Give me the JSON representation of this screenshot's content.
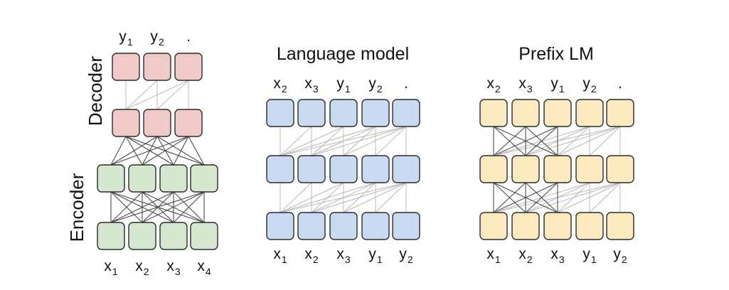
{
  "colors": {
    "decoder": "#f0c9c9",
    "encoder": "#d6e7cf",
    "lm": "#c9daf0",
    "prefix": "#fbeac0",
    "box_stroke": "#2b2b2b",
    "line_light": "#b8b8b8",
    "line_dark": "#4a4a4a"
  },
  "encdec": {
    "side_label_decoder": "Decoder",
    "side_label_encoder": "Encoder",
    "top_tokens": [
      {
        "base": "y",
        "sub": "1"
      },
      {
        "base": "y",
        "sub": "2"
      },
      {
        "base": ".",
        "sub": ""
      }
    ],
    "bottom_tokens": [
      {
        "base": "x",
        "sub": "1"
      },
      {
        "base": "x",
        "sub": "2"
      },
      {
        "base": "x",
        "sub": "3"
      },
      {
        "base": "x",
        "sub": "4"
      }
    ]
  },
  "lm": {
    "title": "Language model",
    "top_tokens": [
      {
        "base": "x",
        "sub": "2"
      },
      {
        "base": "x",
        "sub": "3"
      },
      {
        "base": "y",
        "sub": "1"
      },
      {
        "base": "y",
        "sub": "2"
      },
      {
        "base": ".",
        "sub": ""
      }
    ],
    "bottom_tokens": [
      {
        "base": "x",
        "sub": "1"
      },
      {
        "base": "x",
        "sub": "2"
      },
      {
        "base": "x",
        "sub": "3"
      },
      {
        "base": "y",
        "sub": "1"
      },
      {
        "base": "y",
        "sub": "2"
      }
    ]
  },
  "prefix": {
    "title": "Prefix LM",
    "prefix_length": 3,
    "top_tokens": [
      {
        "base": "x",
        "sub": "2"
      },
      {
        "base": "x",
        "sub": "3"
      },
      {
        "base": "y",
        "sub": "1"
      },
      {
        "base": "y",
        "sub": "2"
      },
      {
        "base": ".",
        "sub": ""
      }
    ],
    "bottom_tokens": [
      {
        "base": "x",
        "sub": "1"
      },
      {
        "base": "x",
        "sub": "2"
      },
      {
        "base": "x",
        "sub": "3"
      },
      {
        "base": "y",
        "sub": "1"
      },
      {
        "base": "y",
        "sub": "2"
      }
    ]
  }
}
